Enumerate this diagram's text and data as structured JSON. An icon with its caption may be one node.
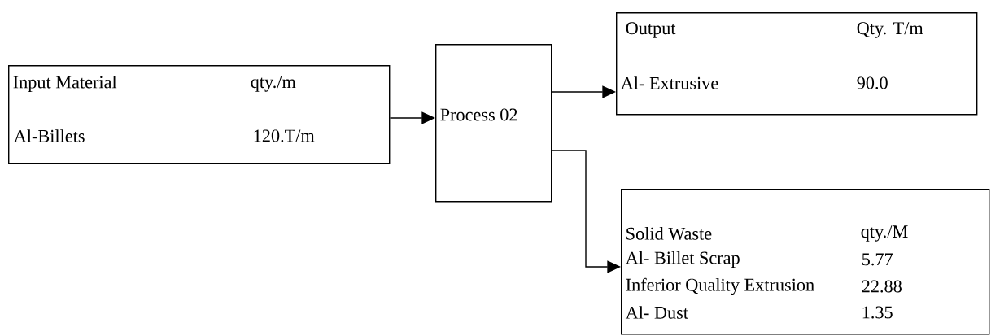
{
  "diagram": {
    "nodes": [
      {
        "text": [
          "Input Material",
          "qty./m",
          "Al-Billets",
          "120.T/m"
        ]
      },
      {
        "text": [
          "Process 02"
        ]
      },
      {
        "text": [
          "Output",
          "Qty. T/m",
          "Al- Extrusive",
          "90.0"
        ]
      },
      {
        "text": [
          "Solid Waste",
          "qty./M",
          "Al- Billet Scrap",
          "5.77",
          "Inferior Quality Extrusion",
          "22.88",
          "Al- Dust",
          "1.35"
        ]
      }
    ],
    "edges": [
      {
        "from": 0,
        "to": 1,
        "arrow": "to"
      },
      {
        "from": 1,
        "to": 2,
        "arrow": "to"
      },
      {
        "from": 1,
        "to": 3,
        "arrow": "to"
      }
    ]
  }
}
